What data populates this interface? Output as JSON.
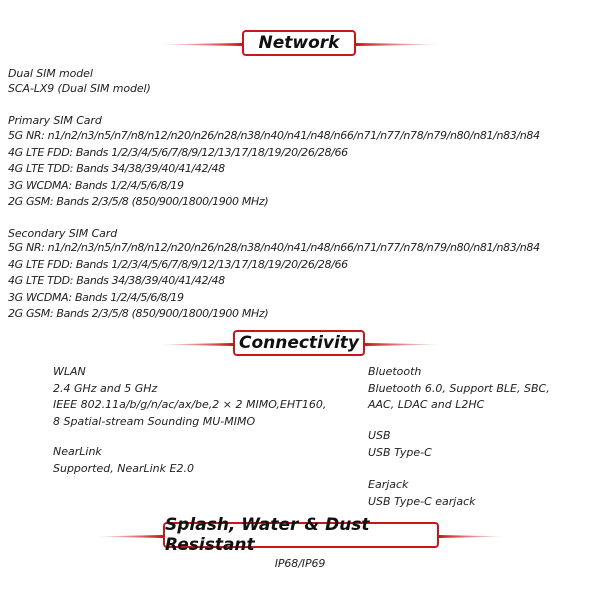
{
  "network": {
    "heading": "Network",
    "model_label": "Dual SIM model",
    "model_value": "SCA-LX9 (Dual SIM model)",
    "primary": {
      "title": "Primary SIM Card",
      "lines": [
        "5G NR: n1/n2/n3/n5/n7/n8/n12/n20/n26/n28/n38/n40/n41/n48/n66/n71/n77/n78/n79/n80/n81/n83/n84",
        "4G LTE FDD: Bands 1/2/3/4/5/6/7/8/9/12/13/17/18/19/20/26/28/66",
        "4G LTE TDD: Bands 34/38/39/40/41/42/48",
        "3G WCDMA: Bands 1/2/4/5/6/8/19",
        "2G GSM: Bands 2/3/5/8 (850/900/1800/1900 MHz)"
      ]
    },
    "secondary": {
      "title": "Secondary SIM Card",
      "lines": [
        "5G NR: n1/n2/n3/n5/n7/n8/n12/n20/n26/n28/n38/n40/n41/n48/n66/n71/n77/n78/n79/n80/n81/n83/n84",
        "4G LTE FDD: Bands 1/2/3/4/5/6/7/8/9/12/13/17/18/19/20/26/28/66",
        "4G LTE TDD: Bands 34/38/39/40/41/42/48",
        "3G WCDMA: Bands 1/2/4/5/6/8/19",
        "2G GSM: Bands 2/3/5/8 (850/900/1800/1900 MHz)"
      ]
    }
  },
  "connectivity": {
    "heading": "Connectivity",
    "wlan": {
      "title": "WLAN",
      "lines": [
        "2.4 GHz and 5 GHz",
        "IEEE 802.11a/b/g/n/ac/ax/be,2 × 2 MIMO,EHT160,",
        "8 Spatial-stream Sounding MU-MIMO"
      ]
    },
    "nearlink": {
      "title": "NearLink",
      "value": "Supported, NearLink E2.0"
    },
    "bluetooth": {
      "title": "Bluetooth",
      "lines": [
        "Bluetooth 6.0, Support BLE, SBC,",
        "AAC, LDAC and L2HC"
      ]
    },
    "usb": {
      "title": "USB",
      "value": "USB Type-C"
    },
    "earjack": {
      "title": "Earjack",
      "value": "USB Type-C earjack"
    }
  },
  "resistance": {
    "heading": "Splash, Water & Dust Resistant",
    "value": "IP68/IP69"
  },
  "colors": {
    "accent": "#c8161b",
    "text": "#222222"
  }
}
